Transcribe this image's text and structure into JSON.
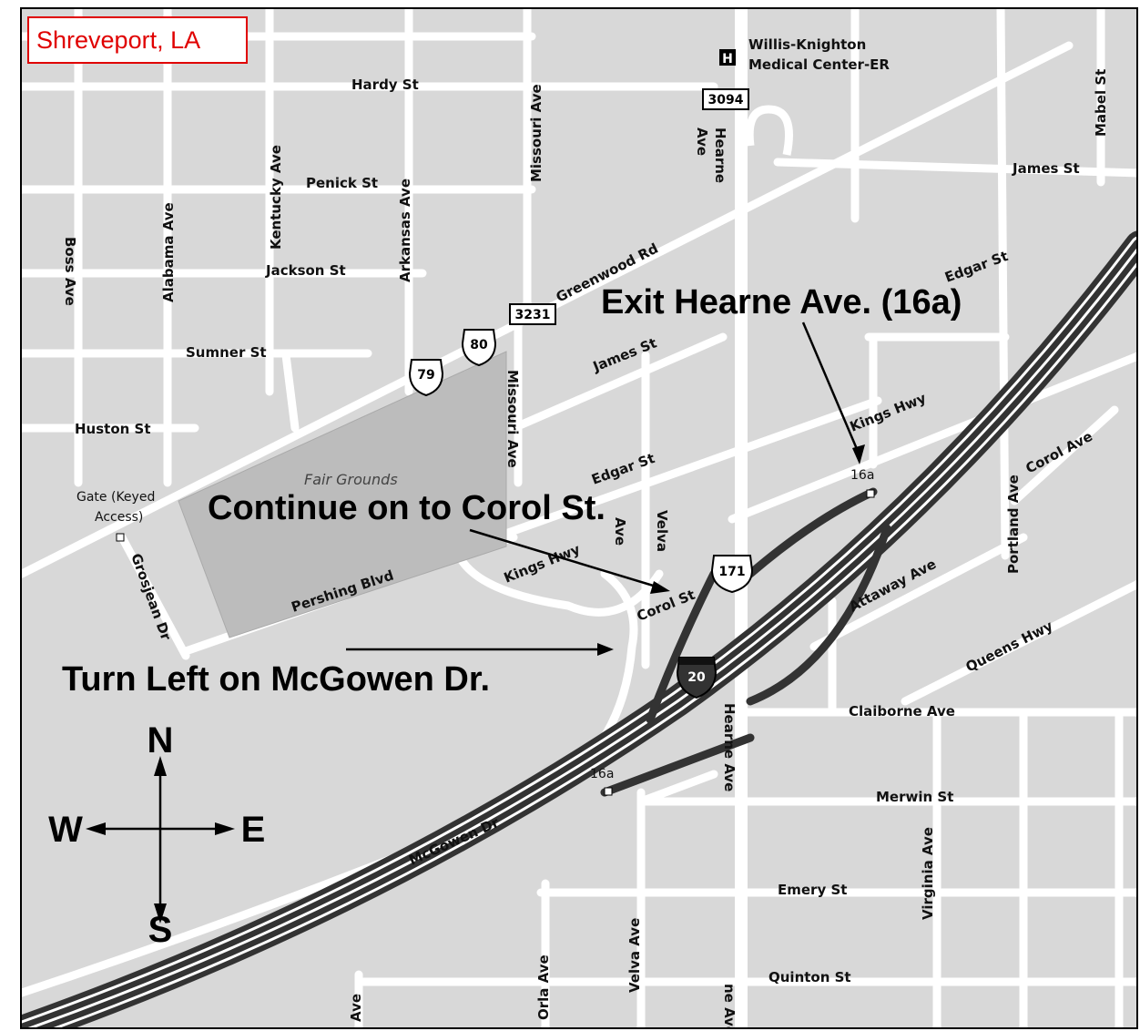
{
  "city": "Shreveport, LA",
  "directions": {
    "exit": "Exit Hearne Ave. (16a)",
    "continue": "Continue on to Corol St.",
    "turn": "Turn Left on McGowen Dr."
  },
  "compass": {
    "north": "N",
    "south": "S",
    "east": "E",
    "west": "W"
  },
  "landmarks": {
    "hospital_line1": "Willis-Knighton",
    "hospital_line2": "Medical Center-ER",
    "fairgrounds": "Fair Grounds",
    "gate_line1": "Gate (Keyed",
    "gate_line2": "Access)"
  },
  "shields": {
    "r3094": "3094",
    "r3231": "3231",
    "us79": "79",
    "us80": "80",
    "us171": "171",
    "i20": "20"
  },
  "exits": {
    "exit_north": "16a",
    "exit_south": "16a"
  },
  "streets": {
    "hardy": "Hardy St",
    "penick": "Penick St",
    "jackson": "Jackson St",
    "sumner": "Sumner St",
    "huston": "Huston St",
    "james_w": "James St",
    "james_e": "James St",
    "greenwood": "Greenwood Rd",
    "edgar_w": "Edgar St",
    "edgar_e": "Edgar St",
    "kings_hwy_w": "Kings Hwy",
    "kings_hwy_e": "Kings Hwy",
    "pershing": "Pershing Blvd",
    "corol_st": "Corol St",
    "corol_ave": "Corol Ave",
    "attaway": "Attaway Ave",
    "queens": "Queens Hwy",
    "claiborne": "Claiborne Ave",
    "merwin": "Merwin St",
    "emery": "Emery St",
    "quinton": "Quinton St",
    "mcgowen": "McGowen Dr",
    "grosjean": "Grosjean Dr",
    "boss": "Boss Ave",
    "alabama": "Alabama Ave",
    "kentucky": "Kentucky Ave",
    "arkansas": "Arkansas Ave",
    "missouri_n": "Missouri Ave",
    "missouri_s": "Missouri Ave",
    "hearne_n": "Hearne",
    "hearne_n2": "Ave",
    "hearne_s": "Hearne Ave",
    "hearne_bottom": "ne Ave",
    "velva_n": "Velva",
    "velva_n2": "Ave",
    "velva_s": "Velva Ave",
    "orla": "Orla Ave",
    "virginia": "Virginia Ave",
    "portland": "Portland Ave",
    "mabel": "Mabel St",
    "ave_partial": "Ave"
  }
}
